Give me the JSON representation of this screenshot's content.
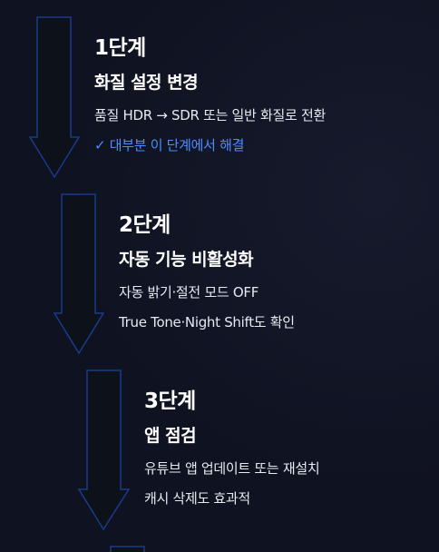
{
  "steps": [
    {
      "title": "1단계",
      "subtitle": "화질 설정 변경",
      "line1": "품질 HDR → SDR 또는 일반 화질로 전환",
      "line2": "✓ 대부분 이 단계에서 해결"
    },
    {
      "title": "2단계",
      "subtitle": "자동 기능 비활성화",
      "line1": "자동 밝기·절전 모드 OFF",
      "line2": "True Tone·Night Shift도 확인"
    },
    {
      "title": "3단계",
      "subtitle": "앱 점검",
      "line1": "유튜브 앱 업데이트 또는 재설치",
      "line2": "캐시 삭제도 효과적"
    }
  ],
  "colors": {
    "background": "#0f1220",
    "arrow_fill": "#0d111a",
    "arrow_stroke": "#1a3a8a",
    "check_text": "#4d8dff"
  }
}
